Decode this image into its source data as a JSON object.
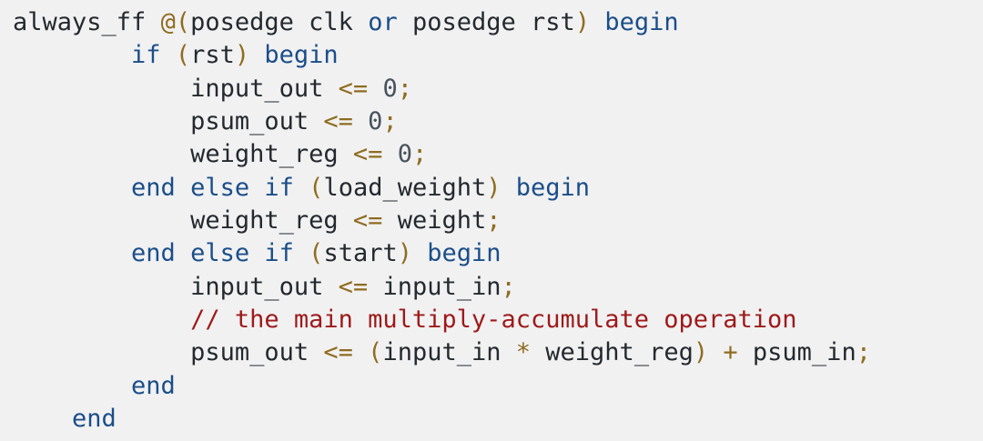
{
  "app": {
    "background": "#f1f1f2"
  },
  "palette": {
    "default": "#24292e",
    "keyword": "#1b4e89",
    "punctuation": "#8f6c1f",
    "number": "#47525c",
    "comment": "#9e1a1a"
  },
  "code": {
    "language": "systemverilog",
    "lines": [
      [
        [
          "id",
          "always_ff"
        ],
        [
          "ws",
          " "
        ],
        [
          "pu",
          "@("
        ],
        [
          "id",
          "posedge"
        ],
        [
          "ws",
          " "
        ],
        [
          "id",
          "clk"
        ],
        [
          "ws",
          " "
        ],
        [
          "kw",
          "or"
        ],
        [
          "ws",
          " "
        ],
        [
          "id",
          "posedge"
        ],
        [
          "ws",
          " "
        ],
        [
          "id",
          "rst"
        ],
        [
          "pu",
          ")"
        ],
        [
          "ws",
          " "
        ],
        [
          "kw",
          "begin"
        ]
      ],
      [
        [
          "ws",
          "        "
        ],
        [
          "kw",
          "if"
        ],
        [
          "ws",
          " "
        ],
        [
          "pu",
          "("
        ],
        [
          "id",
          "rst"
        ],
        [
          "pu",
          ")"
        ],
        [
          "ws",
          " "
        ],
        [
          "kw",
          "begin"
        ]
      ],
      [
        [
          "ws",
          "            "
        ],
        [
          "id",
          "input_out"
        ],
        [
          "ws",
          " "
        ],
        [
          "pu",
          "<="
        ],
        [
          "ws",
          " "
        ],
        [
          "nu",
          "0"
        ],
        [
          "pu",
          ";"
        ]
      ],
      [
        [
          "ws",
          "            "
        ],
        [
          "id",
          "psum_out"
        ],
        [
          "ws",
          " "
        ],
        [
          "pu",
          "<="
        ],
        [
          "ws",
          " "
        ],
        [
          "nu",
          "0"
        ],
        [
          "pu",
          ";"
        ]
      ],
      [
        [
          "ws",
          "            "
        ],
        [
          "id",
          "weight_reg"
        ],
        [
          "ws",
          " "
        ],
        [
          "pu",
          "<="
        ],
        [
          "ws",
          " "
        ],
        [
          "nu",
          "0"
        ],
        [
          "pu",
          ";"
        ]
      ],
      [
        [
          "ws",
          "        "
        ],
        [
          "kw",
          "end"
        ],
        [
          "ws",
          " "
        ],
        [
          "kw",
          "else"
        ],
        [
          "ws",
          " "
        ],
        [
          "kw",
          "if"
        ],
        [
          "ws",
          " "
        ],
        [
          "pu",
          "("
        ],
        [
          "id",
          "load_weight"
        ],
        [
          "pu",
          ")"
        ],
        [
          "ws",
          " "
        ],
        [
          "kw",
          "begin"
        ]
      ],
      [
        [
          "ws",
          "            "
        ],
        [
          "id",
          "weight_reg"
        ],
        [
          "ws",
          " "
        ],
        [
          "pu",
          "<="
        ],
        [
          "ws",
          " "
        ],
        [
          "id",
          "weight"
        ],
        [
          "pu",
          ";"
        ]
      ],
      [
        [
          "ws",
          "        "
        ],
        [
          "kw",
          "end"
        ],
        [
          "ws",
          " "
        ],
        [
          "kw",
          "else"
        ],
        [
          "ws",
          " "
        ],
        [
          "kw",
          "if"
        ],
        [
          "ws",
          " "
        ],
        [
          "pu",
          "("
        ],
        [
          "id",
          "start"
        ],
        [
          "pu",
          ")"
        ],
        [
          "ws",
          " "
        ],
        [
          "kw",
          "begin"
        ]
      ],
      [
        [
          "ws",
          "            "
        ],
        [
          "id",
          "input_out"
        ],
        [
          "ws",
          " "
        ],
        [
          "pu",
          "<="
        ],
        [
          "ws",
          " "
        ],
        [
          "id",
          "input_in"
        ],
        [
          "pu",
          ";"
        ]
      ],
      [
        [
          "ws",
          "            "
        ],
        [
          "co",
          "// the main multiply-accumulate operation"
        ]
      ],
      [
        [
          "ws",
          "            "
        ],
        [
          "id",
          "psum_out"
        ],
        [
          "ws",
          " "
        ],
        [
          "pu",
          "<="
        ],
        [
          "ws",
          " "
        ],
        [
          "pu",
          "("
        ],
        [
          "id",
          "input_in"
        ],
        [
          "ws",
          " "
        ],
        [
          "pu",
          "*"
        ],
        [
          "ws",
          " "
        ],
        [
          "id",
          "weight_reg"
        ],
        [
          "pu",
          ")"
        ],
        [
          "ws",
          " "
        ],
        [
          "pu",
          "+"
        ],
        [
          "ws",
          " "
        ],
        [
          "id",
          "psum_in"
        ],
        [
          "pu",
          ";"
        ]
      ],
      [
        [
          "ws",
          "        "
        ],
        [
          "kw",
          "end"
        ]
      ],
      [
        [
          "ws",
          "    "
        ],
        [
          "kw",
          "end"
        ]
      ]
    ]
  }
}
